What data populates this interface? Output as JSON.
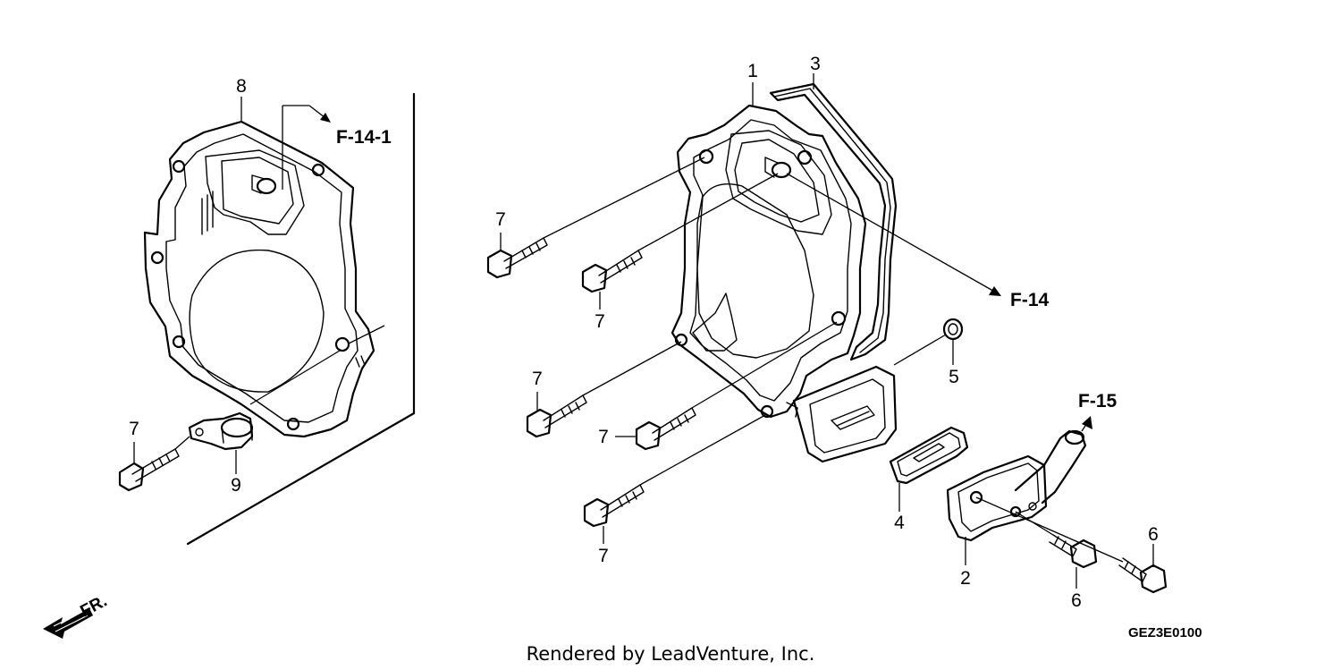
{
  "callouts": {
    "c1": "1",
    "c2": "2",
    "c3": "3",
    "c4": "4",
    "c5": "5",
    "c6a": "6",
    "c6b": "6",
    "c7a": "7",
    "c7b": "7",
    "c7c": "7",
    "c7d": "7",
    "c7e": "7",
    "c7f": "7",
    "c8": "8",
    "c9": "9"
  },
  "references": {
    "f14_1": "F-14-1",
    "f14": "F-14",
    "f15": "F-15"
  },
  "direction": {
    "label": "FR."
  },
  "diagram_code": "GEZ3E0100",
  "credit": "Rendered by LeadVenture, Inc."
}
